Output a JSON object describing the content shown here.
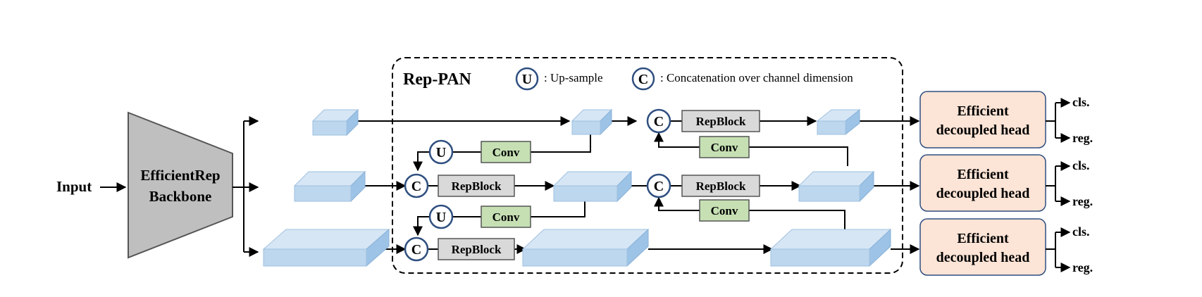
{
  "input_label": "Input",
  "backbone": {
    "line1": "EfficientRep",
    "line2": "Backbone"
  },
  "neck": {
    "title": "Rep-PAN",
    "legend": {
      "up_symbol": "U",
      "up_text": ": Up-sample",
      "concat_symbol": "C",
      "concat_text": ": Concatenation over channel dimension"
    }
  },
  "blocks": {
    "conv": "Conv",
    "repblock": "RepBlock",
    "up": "U",
    "concat": "C"
  },
  "heads": [
    {
      "line1": "Efficient",
      "line2": "decoupled head",
      "cls": "cls.",
      "reg": "reg."
    },
    {
      "line1": "Efficient",
      "line2": "decoupled head",
      "cls": "cls.",
      "reg": "reg."
    },
    {
      "line1": "Efficient",
      "line2": "decoupled head",
      "cls": "cls.",
      "reg": "reg."
    }
  ],
  "colors": {
    "feature_map": "#bdd7ee",
    "repblock": "#d9d9d9",
    "conv": "#c6e0b4",
    "head": "#fce4d6",
    "circle_border": "#2f4f80",
    "backbone": "#bfbfbf"
  }
}
